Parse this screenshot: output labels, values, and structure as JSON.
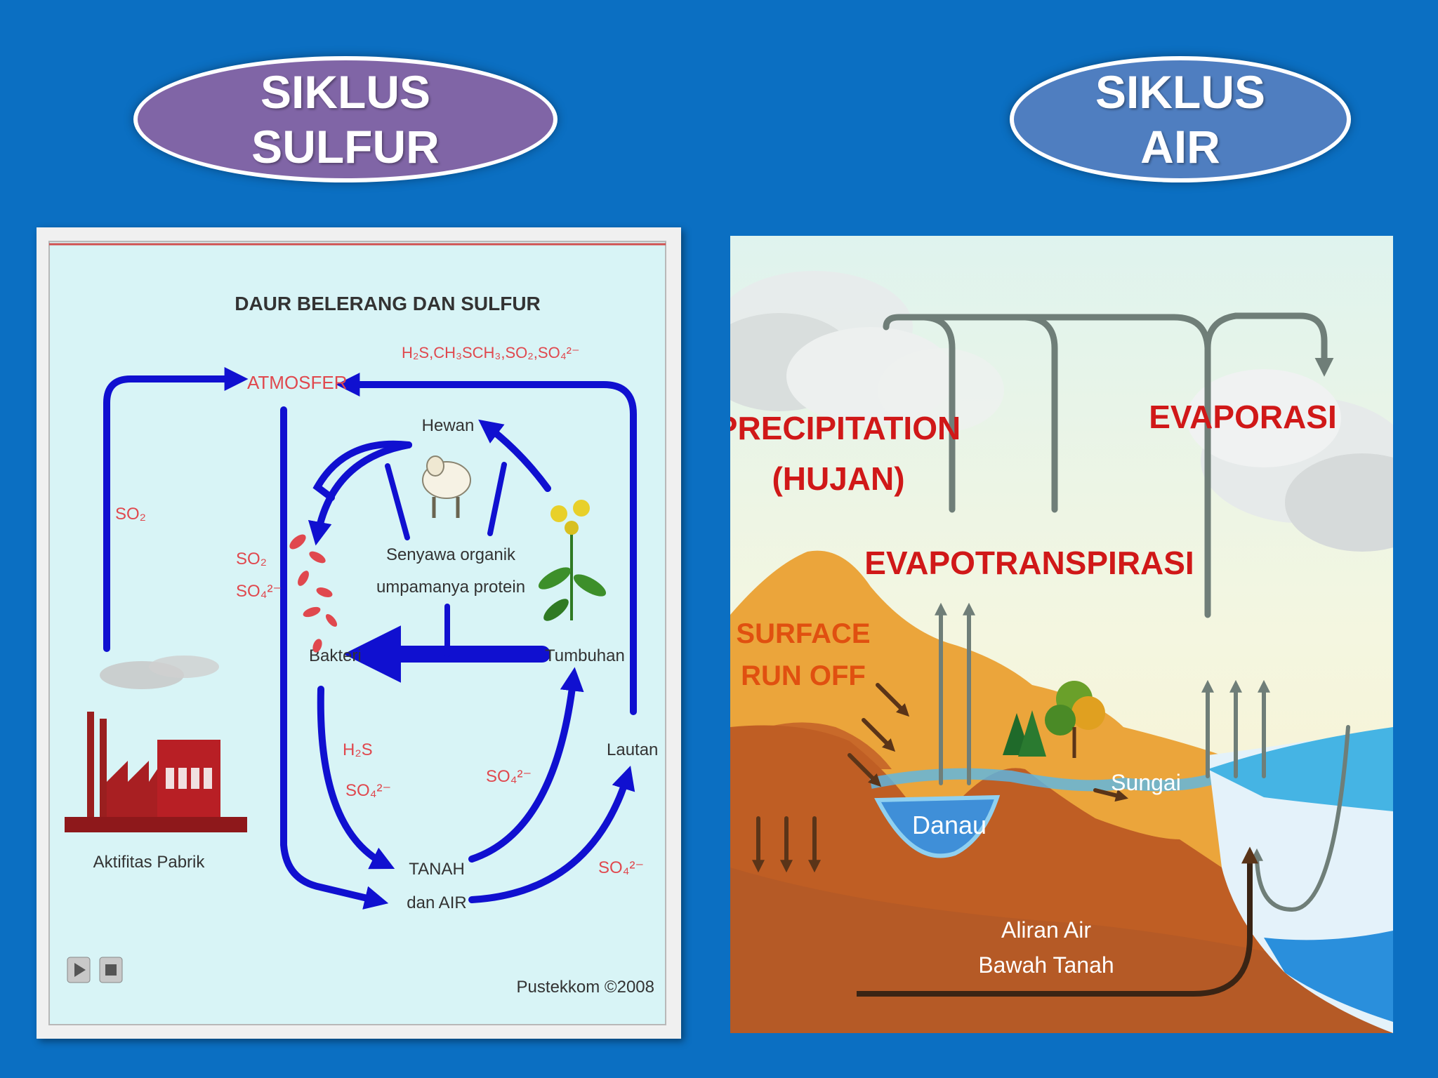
{
  "titles": {
    "sulfur": {
      "line1": "SIKLUS",
      "line2": "SULFUR"
    },
    "air": {
      "line1": "SIKLUS",
      "line2": "AIR"
    }
  },
  "sulfur_diagram": {
    "heading": "DAUR BELERANG DAN SULFUR",
    "atmosfer": "ATMOSFER",
    "gases_top": "H₂S,CH₃SCH₃,SO₂,SO₄²⁻",
    "so2_left": "SO₂",
    "so2_mid": "SO₂",
    "so4_mid": "SO₄²⁻",
    "hewan": "Hewan",
    "senyawa_line1": "Senyawa organik",
    "senyawa_line2": "umpamanya protein",
    "bakteri": "Bakteri",
    "tumbuhan": "Tumbuhan",
    "h2s": "H₂S",
    "so4_left_low": "SO₄²⁻",
    "so4_right_low": "SO₄²⁻",
    "lautan": "Lautan",
    "tanah_line1": "TANAH",
    "tanah_line2": "dan AIR",
    "so4_bottom": "SO₄²⁻",
    "aktifitas": "Aktifitas Pabrik",
    "credit": "Pustekkom ©2008"
  },
  "water_diagram": {
    "precipitation_line1": "PRECIPITATION",
    "precipitation_line2": "(HUJAN)",
    "evaporasi": "EVAPORASI",
    "evapotranspirasi": "EVAPOTRANSPIRASI",
    "runoff_line1": "SURFACE",
    "runoff_line2": "RUN OFF",
    "danau": "Danau",
    "sungai": "Sungai",
    "aliran_line1": "Aliran Air",
    "aliran_line2": "Bawah Tanah"
  },
  "colors": {
    "background": "#0b6fc2",
    "sulfur_oval": "#8065a6",
    "air_oval": "#4f7ec0",
    "cycle_arrow": "#1010d0",
    "chem_label": "#e0484e",
    "water_label": "#d01818",
    "runoff_label": "#e05010"
  }
}
